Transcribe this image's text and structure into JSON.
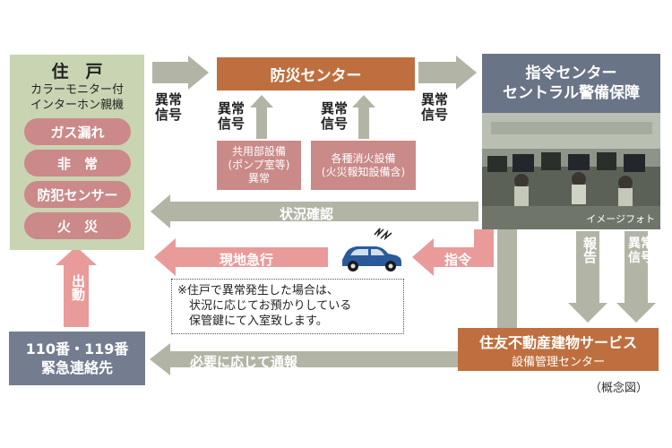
{
  "home": {
    "title": "住　戸",
    "subtitle_line1": "カラーモニター付",
    "subtitle_line2": "インターホン親機",
    "items": [
      "ガス漏れ",
      "非　常",
      "防犯センサー",
      "火　災"
    ]
  },
  "bousai_center": "防災センター",
  "shirei_center": {
    "line1": "指令センター",
    "line2": "セントラル警備保障"
  },
  "photo_caption": "イメージフォト",
  "devices": {
    "common": {
      "line1": "共用部設備",
      "line2": "(ポンプ室等)",
      "line3": "異常"
    },
    "fire": {
      "line1": "各種消火設備",
      "line2": "(火災報知設備含)"
    }
  },
  "signal_labels": {
    "line1": "異常",
    "line2": "信号"
  },
  "flow_labels": {
    "status_check": "状況確認",
    "rush": "現地急行",
    "command": "指令",
    "report_notify": "必要に応じて通報",
    "dispatch": "出動",
    "report": "報告"
  },
  "note": {
    "line1": "※住戸で異常発生した場合は、",
    "line2": "状況に応じてお預かりしている",
    "line3": "保管鍵にて入室致します。"
  },
  "emergency": {
    "line1": "110番・119番",
    "line2": "緊急連絡先"
  },
  "sumitomo": {
    "line1": "住友不動産建物サービス",
    "line2": "設備管理センター"
  },
  "concept_label": "（概念図）",
  "colors": {
    "orange": "#bf6f3f",
    "gray_arrow": "#b2b5a5",
    "pink_arrow": "#e99b9a",
    "green_box": "#c9d4b2",
    "pill": "#cb898a",
    "navy_box": "#737d8f",
    "car": "#2b5a9a"
  }
}
